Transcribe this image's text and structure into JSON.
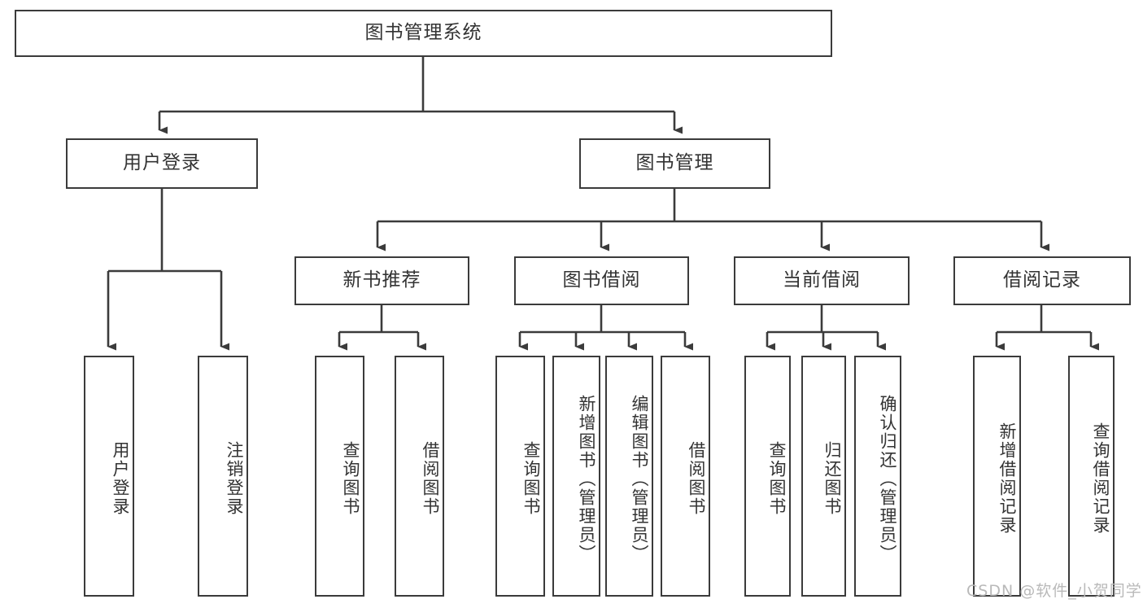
{
  "diagram": {
    "type": "tree-hierarchy",
    "title": "图书管理系统",
    "watermark": "CSDN @软件_小贺同学",
    "colors": {
      "box_border": "#3b3b3b",
      "box_fill": "#ffffff",
      "text": "#333333",
      "connector": "#3b3b3b",
      "watermark": "#b9b9b9",
      "background": "#ffffff"
    },
    "nodes": {
      "root": {
        "label": "图书管理系统"
      },
      "level2": [
        {
          "label": "用户登录"
        },
        {
          "label": "图书管理"
        }
      ],
      "level3": [
        {
          "label": "新书推荐"
        },
        {
          "label": "图书借阅"
        },
        {
          "label": "当前借阅"
        },
        {
          "label": "借阅记录"
        }
      ],
      "leaves": {
        "user_login": [
          {
            "label": "用户登录"
          },
          {
            "label": "注销登录"
          }
        ],
        "new_book_recommend": [
          {
            "label": "查询图书"
          },
          {
            "label": "借阅图书"
          }
        ],
        "book_borrow": [
          {
            "label": "查询图书"
          },
          {
            "label": "新增图书（管理员）"
          },
          {
            "label": "编辑图书（管理员）"
          },
          {
            "label": "借阅图书"
          }
        ],
        "current_borrow": [
          {
            "label": "查询图书"
          },
          {
            "label": "归还图书"
          },
          {
            "label": "确认归还（管理员）"
          }
        ],
        "borrow_records": [
          {
            "label": "新增借阅记录"
          },
          {
            "label": "查询借阅记录"
          }
        ]
      }
    }
  }
}
